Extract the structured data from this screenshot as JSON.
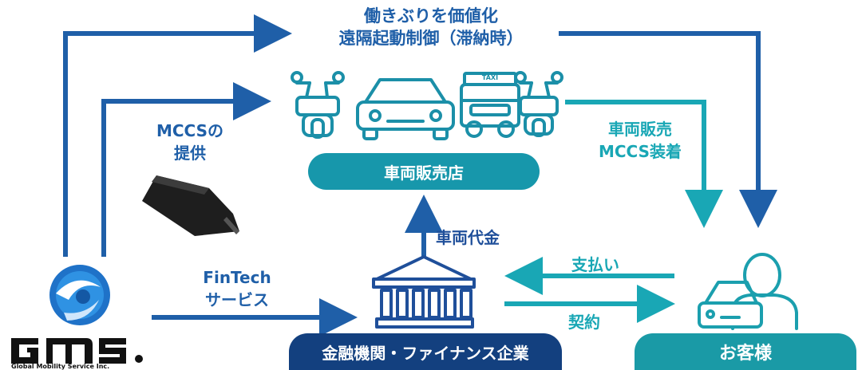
{
  "top_caption": {
    "line1": "働きぶりを価値化",
    "line2": "遠隔起動制御（滞納時）"
  },
  "mccs_label": {
    "line1": "MCCSの",
    "line2": "提供"
  },
  "sales_label": {
    "line1": "車両販売",
    "line2": "MCCS装着"
  },
  "dealer_box": "車両販売店",
  "vehicle_payment": "車両代金",
  "fintech_label": {
    "line1": "FinTech",
    "line2": "サービス"
  },
  "payment_label": "支払い",
  "contract_label": "契約",
  "finance_box": "金融機関・ファイナンス企業",
  "customer_box": "お客様",
  "logo": {
    "wordmark": "GMS",
    "subtitle": "Global Mobility Service Inc."
  },
  "taxi_sign": "TAXI",
  "colors": {
    "navy": "#1f5fa8",
    "teal": "#19a7b5",
    "dealer_box": "#1797ab",
    "finance_box": "#13407f",
    "customer_box": "#1a9aa6",
    "icon_stroke": "#1b8fa8",
    "bank_stroke": "#1f4f9a"
  }
}
